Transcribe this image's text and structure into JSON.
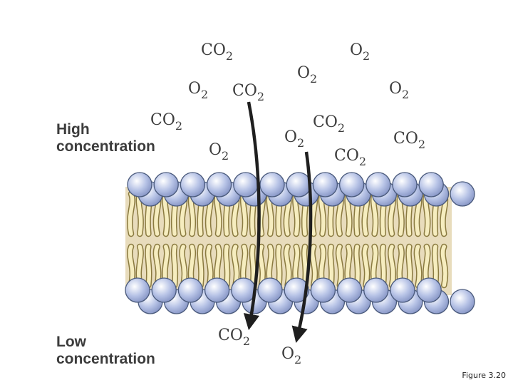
{
  "labels": {
    "high": [
      "High",
      "concentration"
    ],
    "low": [
      "Low",
      "concentration"
    ]
  },
  "molecules": {
    "co2": {
      "base": "CO",
      "sub": "2"
    },
    "o2": {
      "base": "O",
      "sub": "2"
    }
  },
  "caption": "Figure 3.20",
  "colors": {
    "head_fill": "#aebbe2",
    "head_stroke": "#4a5a7c",
    "tail_fill": "#f4e9ae",
    "tail_stroke": "#8a7a40",
    "membrane_core": "#e8dcbc",
    "arrow": "#1f1f1f",
    "label_text": "#3c3c3c"
  }
}
